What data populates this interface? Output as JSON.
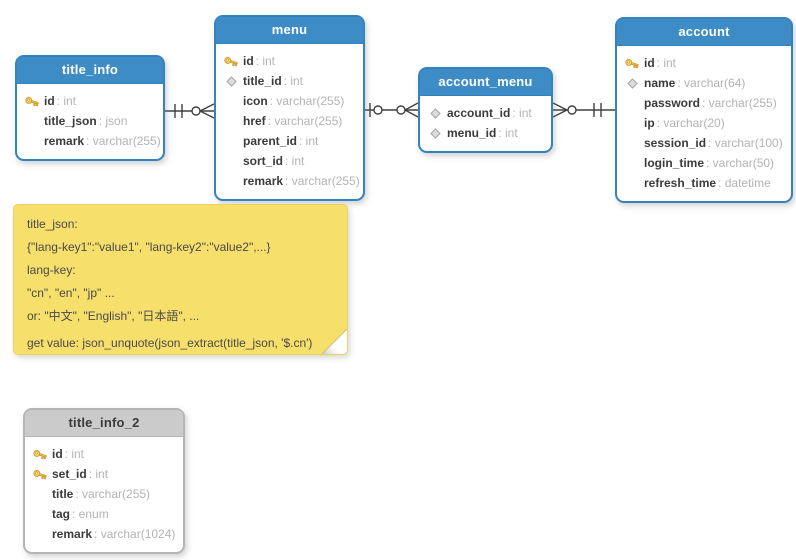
{
  "tables": [
    {
      "name": "title_info",
      "theme": "blue",
      "fields": [
        {
          "icon": "key",
          "name": "id",
          "type": "int"
        },
        {
          "icon": "",
          "name": "title_json",
          "type": "json"
        },
        {
          "icon": "",
          "name": "remark",
          "type": "varchar(255)"
        }
      ]
    },
    {
      "name": "menu",
      "theme": "blue",
      "fields": [
        {
          "icon": "key",
          "name": "id",
          "type": "int"
        },
        {
          "icon": "diamond",
          "name": "title_id",
          "type": "int"
        },
        {
          "icon": "",
          "name": "icon",
          "type": "varchar(255)"
        },
        {
          "icon": "",
          "name": "href",
          "type": "varchar(255)"
        },
        {
          "icon": "",
          "name": "parent_id",
          "type": "int"
        },
        {
          "icon": "",
          "name": "sort_id",
          "type": "int"
        },
        {
          "icon": "",
          "name": "remark",
          "type": "varchar(255)"
        }
      ]
    },
    {
      "name": "account_menu",
      "theme": "blue",
      "fields": [
        {
          "icon": "diamond",
          "name": "account_id",
          "type": "int"
        },
        {
          "icon": "diamond",
          "name": "menu_id",
          "type": "int"
        }
      ]
    },
    {
      "name": "account",
      "theme": "blue",
      "fields": [
        {
          "icon": "key",
          "name": "id",
          "type": "int"
        },
        {
          "icon": "diamond",
          "name": "name",
          "type": "varchar(64)"
        },
        {
          "icon": "",
          "name": "password",
          "type": "varchar(255)"
        },
        {
          "icon": "",
          "name": "ip",
          "type": "varchar(20)"
        },
        {
          "icon": "",
          "name": "session_id",
          "type": "varchar(100)"
        },
        {
          "icon": "",
          "name": "login_time",
          "type": "varchar(50)"
        },
        {
          "icon": "",
          "name": "refresh_time",
          "type": "datetime"
        }
      ]
    },
    {
      "name": "title_info_2",
      "theme": "gray",
      "fields": [
        {
          "icon": "key",
          "name": "id",
          "type": "int"
        },
        {
          "icon": "key",
          "name": "set_id",
          "type": "int"
        },
        {
          "icon": "",
          "name": "title",
          "type": "varchar(255)"
        },
        {
          "icon": "",
          "name": "tag",
          "type": "enum"
        },
        {
          "icon": "",
          "name": "remark",
          "type": "varchar(1024)"
        }
      ]
    }
  ],
  "note": {
    "lines": [
      "title_json:",
      "{\"lang-key1\":\"value1\", \"lang-key2\":\"value2\",...}",
      "lang-key:",
      "\"cn\", \"en\", \"jp\" ...",
      "or: \"中文\", \"English\", \"日本語\", ...",
      "get value: json_unquote(json_extract(title_json, '$.cn')"
    ]
  },
  "relationships": [
    {
      "from": "title_info",
      "to": "menu",
      "from_end": "one-mandatory",
      "to_end": "zero-or-many"
    },
    {
      "from": "menu",
      "to": "account_menu",
      "from_end": "zero-or-one",
      "to_end": "zero-or-many"
    },
    {
      "from": "account_menu",
      "to": "account",
      "from_end": "zero-or-many",
      "to_end": "one-mandatory"
    }
  ],
  "colors": {
    "table_header_blue": "#3D8CC6",
    "table_border_blue": "#3583BD",
    "table_header_gray": "#CBCBCB",
    "table_border_gray": "#B5B5B5",
    "note_bg": "#F7DF6C",
    "field_name": "#3B3B3B",
    "field_type": "#B3B3B3",
    "connector": "#404040"
  }
}
